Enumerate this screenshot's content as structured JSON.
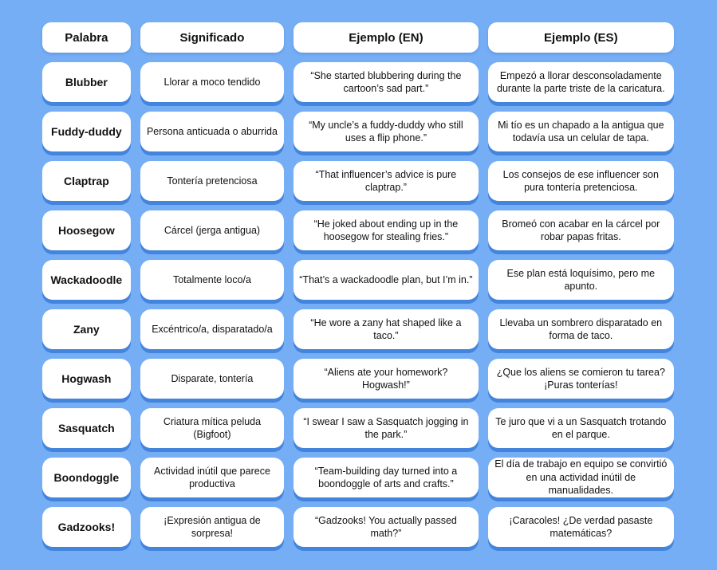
{
  "theme": {
    "background_color": "#75aef5",
    "card_color": "#ffffff",
    "shadow_color": "#4384dd",
    "text_color": "#111111"
  },
  "headers": [
    "Palabra",
    "Significado",
    "Ejemplo (EN)",
    "Ejemplo (ES)"
  ],
  "rows": [
    {
      "word": "Blubber",
      "meaning": "Llorar a moco tendido",
      "example_en": "“She started blubbering during the cartoon’s sad part.”",
      "example_es": "Empezó a llorar desconsoladamente durante la parte triste de la caricatura."
    },
    {
      "word": "Fuddy-duddy",
      "meaning": "Persona anticuada o aburrida",
      "example_en": "“My uncle’s a fuddy-duddy who still uses a flip phone.”",
      "example_es": "Mi tío es un chapado a la antigua que todavía usa un celular de tapa."
    },
    {
      "word": "Claptrap",
      "meaning": "Tontería pretenciosa",
      "example_en": "“That influencer’s advice is pure claptrap.”",
      "example_es": "Los consejos de ese influencer son pura tontería pretenciosa."
    },
    {
      "word": "Hoosegow",
      "meaning": "Cárcel (jerga antigua)",
      "example_en": "“He joked about ending up in the hoosegow for stealing fries.”",
      "example_es": "Bromeó con acabar en la cárcel por robar papas fritas."
    },
    {
      "word": "Wackadoodle",
      "meaning": "Totalmente loco/a",
      "example_en": "“That’s a wackadoodle plan, but I’m in.”",
      "example_es": "Ese plan está loquísimo, pero me apunto."
    },
    {
      "word": "Zany",
      "meaning": "Excéntrico/a, disparatado/a",
      "example_en": "“He wore a zany hat shaped like a taco.”",
      "example_es": "Llevaba un sombrero disparatado en forma de taco."
    },
    {
      "word": "Hogwash",
      "meaning": "Disparate, tontería",
      "example_en": "“Aliens ate your homework? Hogwash!”",
      "example_es": "¿Que los aliens se comieron tu tarea? ¡Puras tonterías!"
    },
    {
      "word": "Sasquatch",
      "meaning": "Criatura mítica peluda (Bigfoot)",
      "example_en": "“I swear I saw a Sasquatch jogging in the park.”",
      "example_es": "Te juro que vi a un Sasquatch trotando en el parque."
    },
    {
      "word": "Boondoggle",
      "meaning": "Actividad inútil que parece productiva",
      "example_en": "“Team-building day turned into a boondoggle of arts and crafts.”",
      "example_es": "El día de trabajo en equipo se convirtió en una actividad inútil de manualidades."
    },
    {
      "word": "Gadzooks!",
      "meaning": "¡Expresión antigua de sorpresa!",
      "example_en": "“Gadzooks! You actually passed math?”",
      "example_es": "¡Caracoles! ¿De verdad pasaste matemáticas?"
    }
  ]
}
